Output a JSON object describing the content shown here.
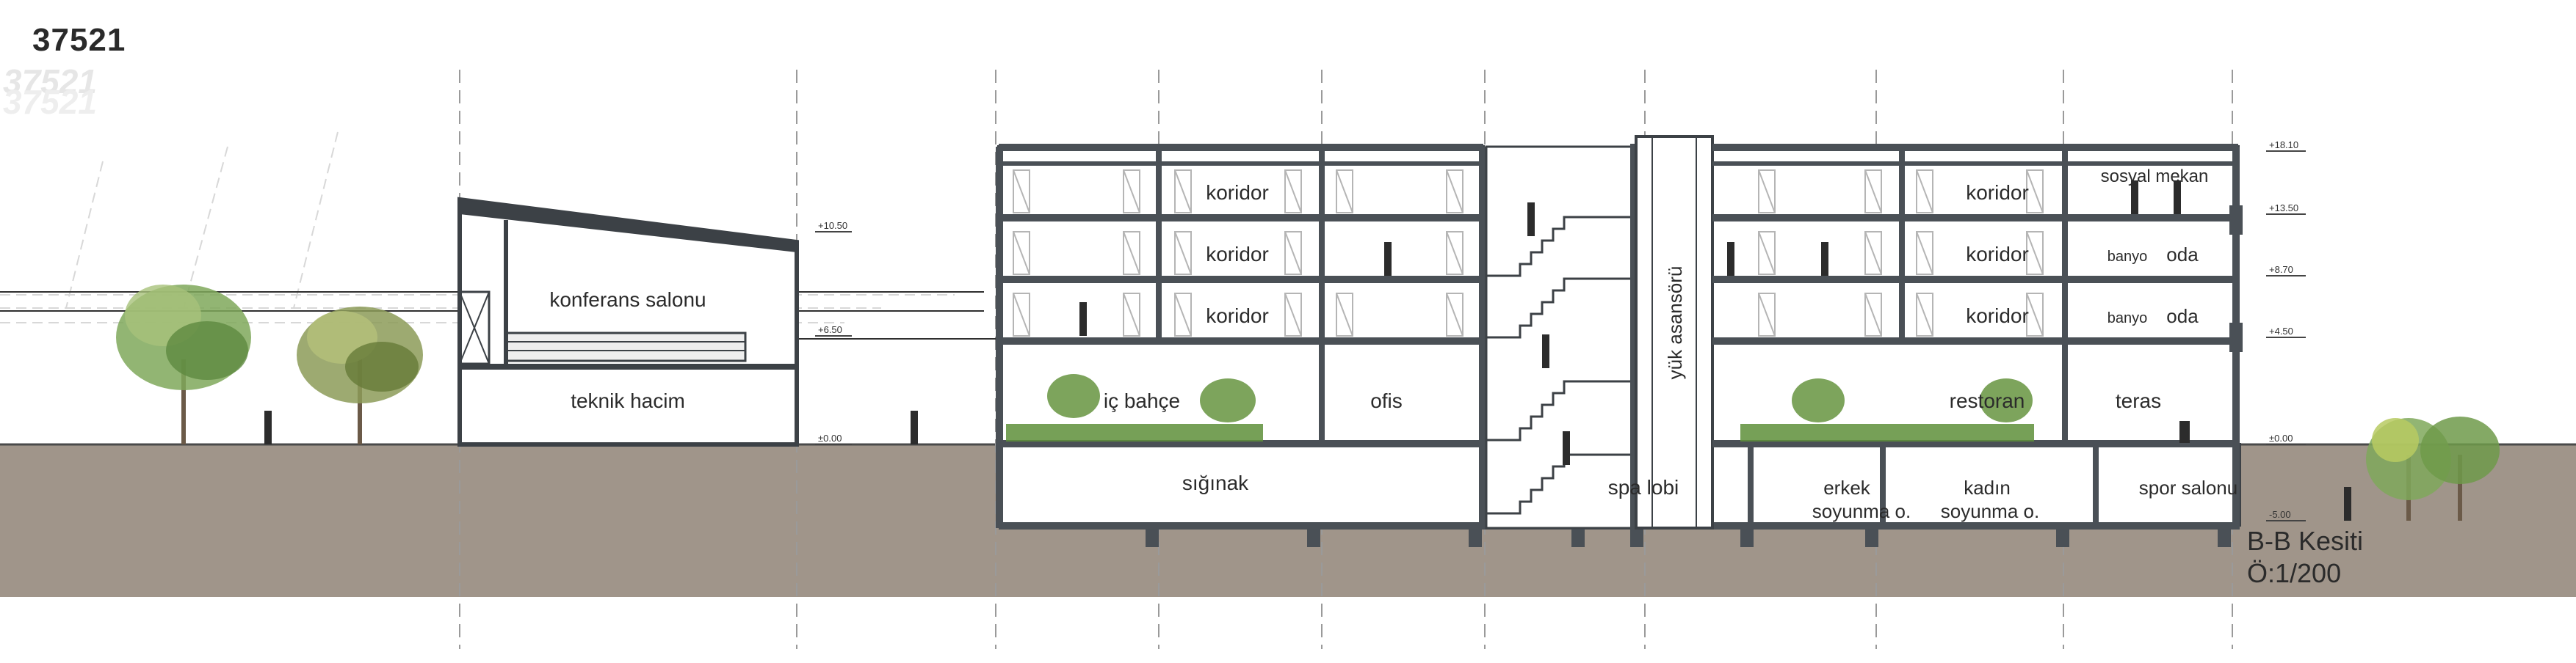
{
  "sheet_number": "37521",
  "section": {
    "title": "B-B Kesiti",
    "scale": "Ö:1/200"
  },
  "room_labels": [
    "konferans salonu",
    "teknik hacim",
    "koridor",
    "koridor",
    "koridor",
    "iç bahçe",
    "ofis",
    "sığınak",
    "spa lobi",
    "yük asansörü",
    "koridor",
    "koridor",
    "koridor",
    "sosyal mekan",
    "banyo",
    "oda",
    "banyo",
    "oda",
    "restoran",
    "teras",
    "erkek",
    "soyunma o.",
    "kadın",
    "soyunma o.",
    "spor salonu"
  ],
  "level_marks": [
    "+18.10",
    "+13.50",
    "+8.70",
    "+4.50",
    "±0.00",
    "+10.50",
    "+6.50",
    "±0.00",
    "-5.00"
  ],
  "colors": {
    "ground": "#a0958a",
    "wall": "#3c4146",
    "slab": "#4a5056",
    "grid": "#9a9a9a",
    "glass": "#c9ccd1",
    "tree_green": "#6f9a4a",
    "grass": "#5e8f3a"
  }
}
